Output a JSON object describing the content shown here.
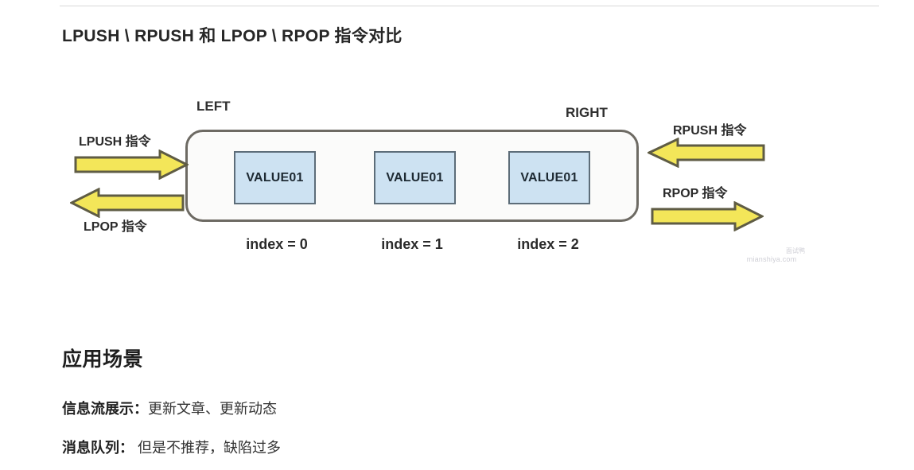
{
  "page": {
    "title": "LPUSH \\ RPUSH 和 LPOP \\ RPOP 指令对比"
  },
  "diagram": {
    "left_end_label": "LEFT",
    "right_end_label": "RIGHT",
    "cells": [
      {
        "value": "VALUE01",
        "index_label": "index = 0"
      },
      {
        "value": "VALUE01",
        "index_label": "index = 1"
      },
      {
        "value": "VALUE01",
        "index_label": "index = 2"
      }
    ],
    "operations": [
      {
        "name": "lpush",
        "label": "LPUSH 指令",
        "direction": "right",
        "side": "left"
      },
      {
        "name": "lpop",
        "label": "LPOP 指令",
        "direction": "left",
        "side": "left"
      },
      {
        "name": "rpush",
        "label": "RPUSH 指令",
        "direction": "left",
        "side": "right"
      },
      {
        "name": "rpop",
        "label": "RPOP 指令",
        "direction": "right",
        "side": "right"
      }
    ],
    "colors": {
      "arrow_fill": "#f3e659",
      "arrow_stroke": "#5f5c44",
      "cell_fill": "#cde2f2",
      "cell_stroke": "#5d6d79",
      "container_stroke": "#6d6a63"
    }
  },
  "watermark": {
    "cn": "面试鸭",
    "url": "mianshiya.com"
  },
  "content": {
    "section_heading": "应用场景",
    "items": [
      {
        "lead": "信息流展示：",
        "rest": "更新文章、更新动态"
      },
      {
        "lead": "消息队列：",
        "rest": " 但是不推荐，缺陷过多"
      }
    ]
  }
}
